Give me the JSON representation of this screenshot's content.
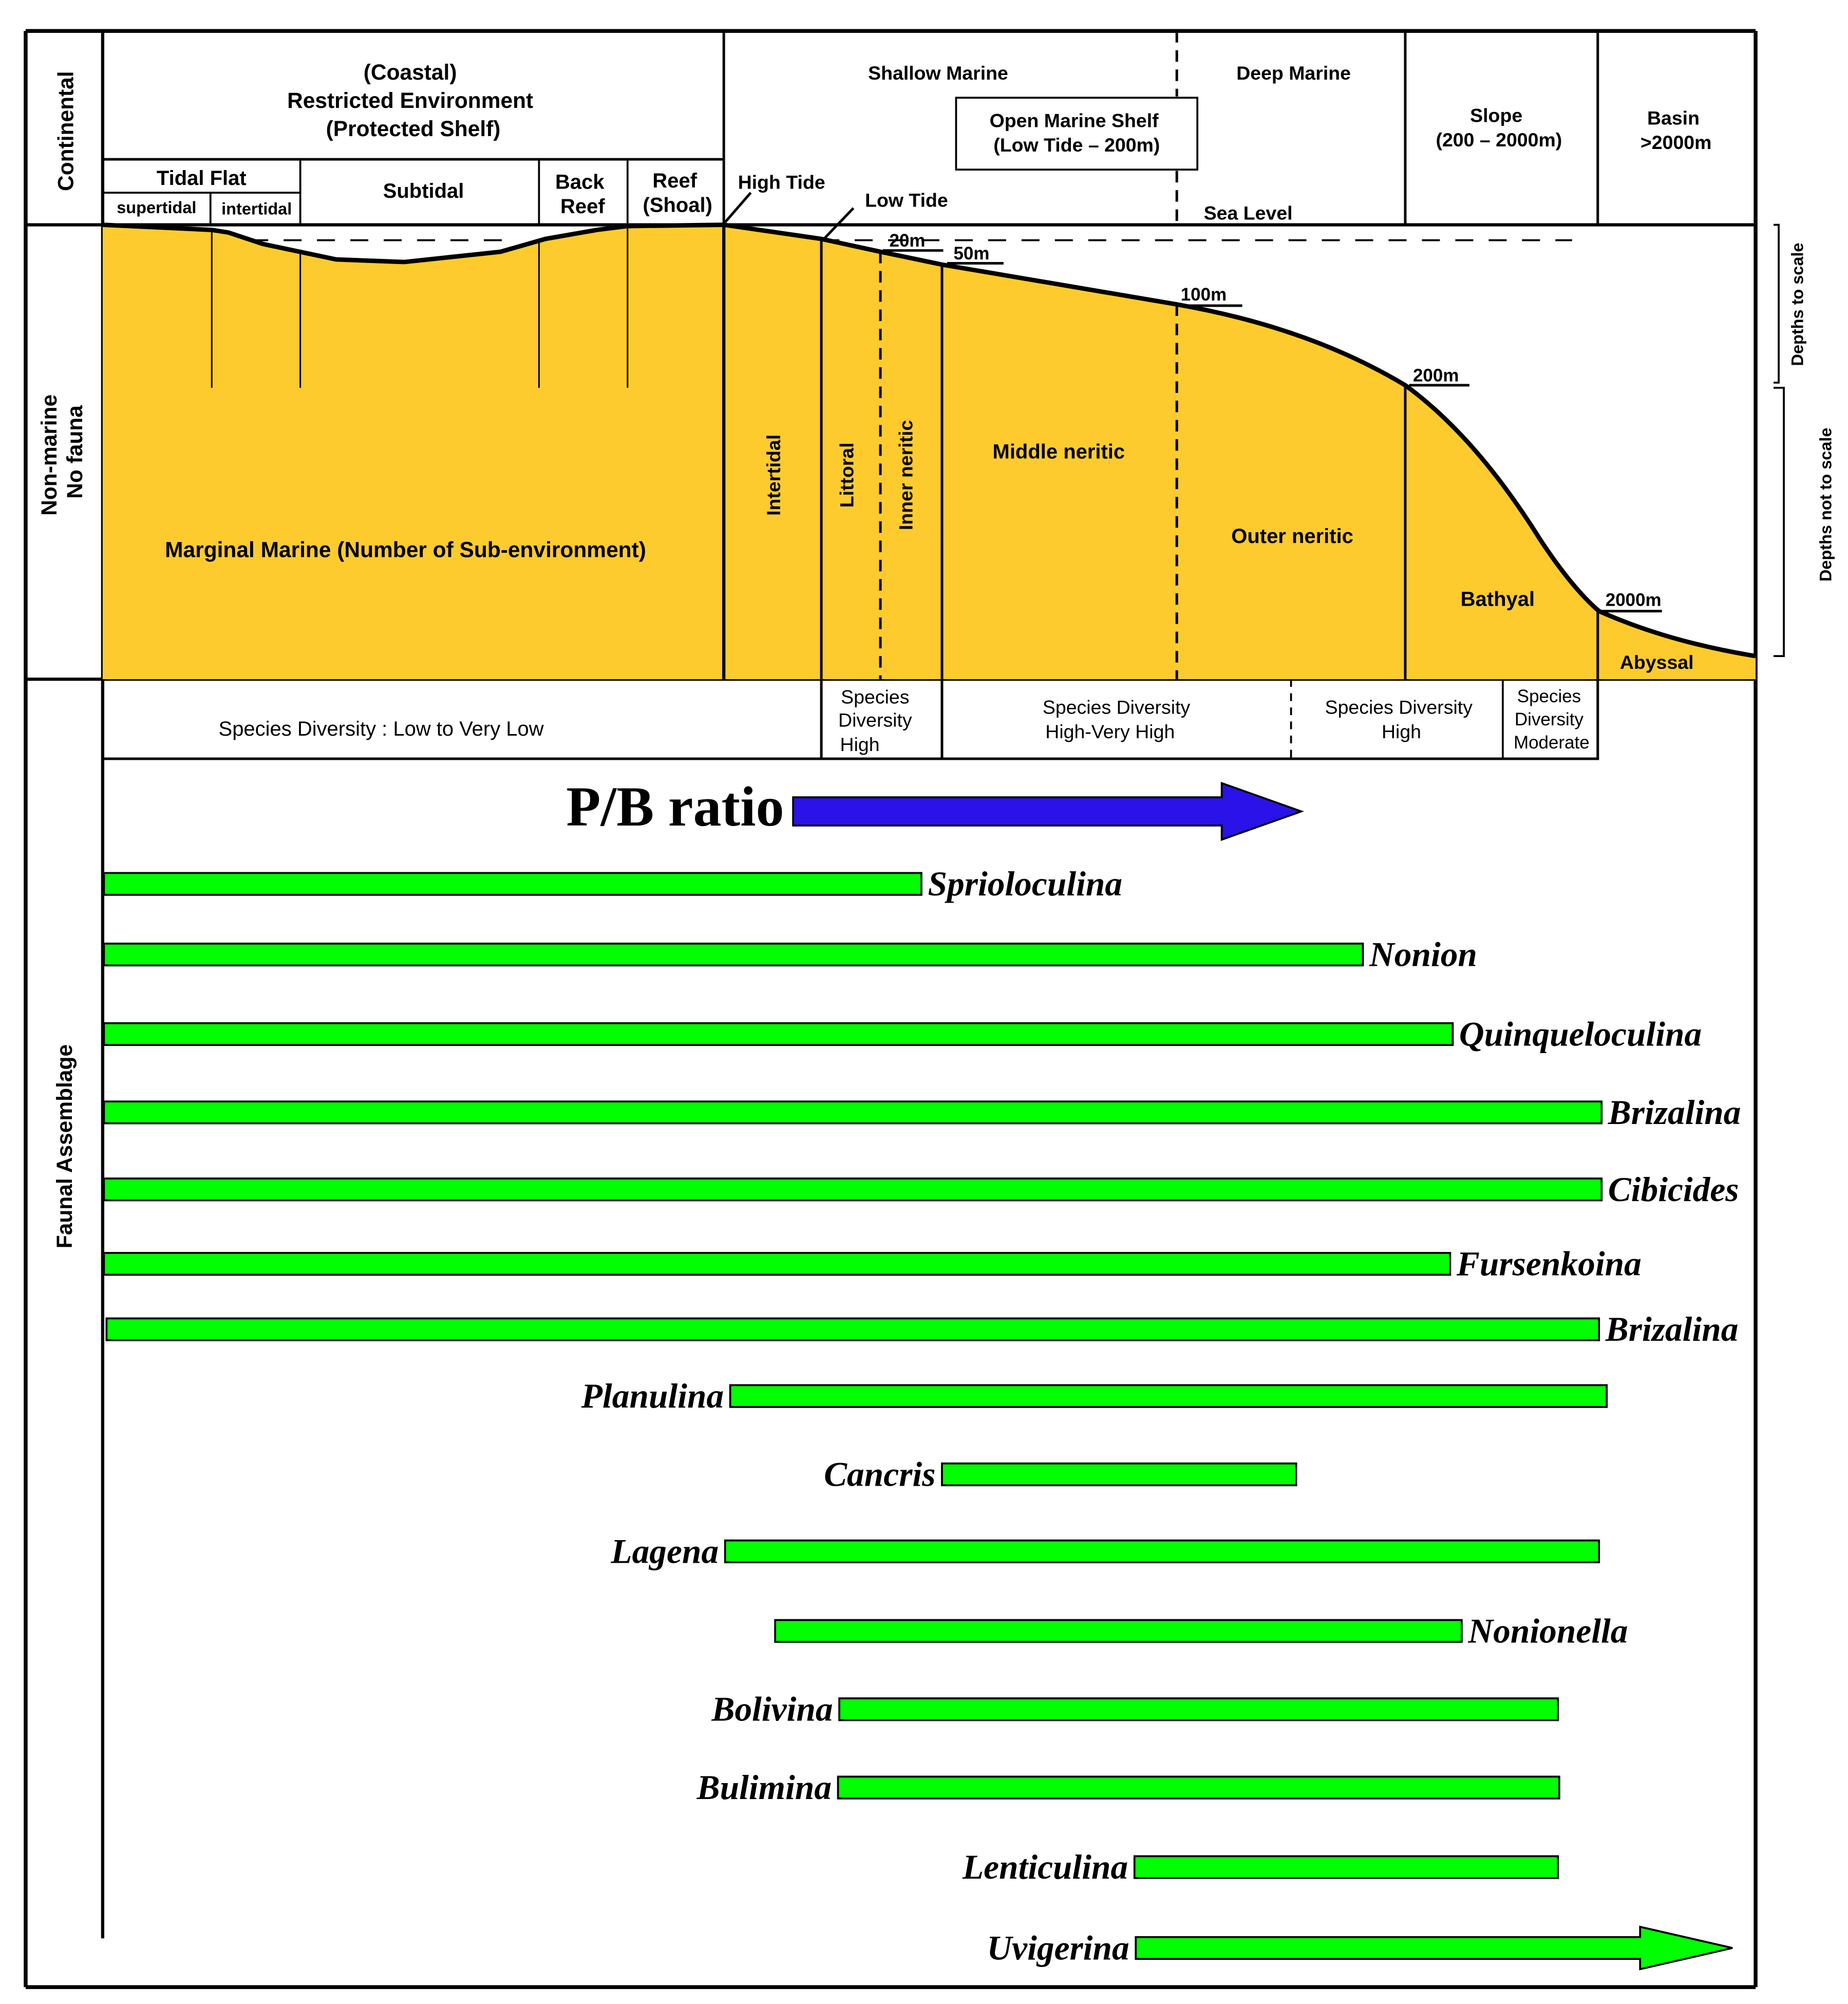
{
  "header": {
    "continental": "Continental",
    "coastal": [
      "(Coastal)",
      "Restricted Environment",
      "(Protected Shelf)"
    ],
    "tidal_flat": "Tidal Flat",
    "supertidal": "supertidal",
    "intertidal_small": "intertidal",
    "subtidal": "Subtidal",
    "back_reef": [
      "Back",
      "Reef"
    ],
    "reef": [
      "Reef",
      "(Shoal)"
    ],
    "shallow_marine": "Shallow Marine",
    "deep_marine": "Deep Marine",
    "open_marine_shelf": [
      "Open Marine Shelf",
      "(Low Tide – 200m)"
    ],
    "slope": [
      "Slope",
      "(200 – 2000m)"
    ],
    "basin": [
      "Basin",
      ">2000m"
    ]
  },
  "profile": {
    "non_marine": [
      "Non-marine",
      "No fauna"
    ],
    "high_tide": "High Tide",
    "low_tide": "Low Tide",
    "sea_level": "Sea Level",
    "depth_20": "20m",
    "depth_50": "50m",
    "depth_100": "100m",
    "depth_200": "200m",
    "depth_2000": "2000m",
    "marginal_marine": "Marginal Marine (Number of Sub-environment)",
    "intertidal": "Intertidal",
    "littoral": "Littoral",
    "inner_neritic": "Inner neritic",
    "middle_neritic": "Middle neritic",
    "outer_neritic": "Outer neritic",
    "bathyal": "Bathyal",
    "abyssal": "Abyssal",
    "depths_to_scale": "Depths to scale",
    "depths_not_to_scale": "Depths not to scale"
  },
  "diversity": {
    "low": "Species Diversity : Low to Very Low",
    "high1": [
      "Species",
      "Diversity",
      "High"
    ],
    "high_very_high": [
      "Species Diversity",
      "High-Very High"
    ],
    "high2": [
      "Species Diversity",
      "High"
    ],
    "moderate": [
      "Species",
      "Diversity",
      "Moderate"
    ]
  },
  "fauna": {
    "section_label": "Faunal Assemblage",
    "pb_ratio": "P/B ratio",
    "taxa": [
      {
        "name": "Sprioloculina",
        "extent": [
          "supertidal",
          "inner neritic"
        ]
      },
      {
        "name": "Nonion",
        "extent": [
          "supertidal",
          "outer neritic"
        ]
      },
      {
        "name": "Quinqueloculina",
        "extent": [
          "supertidal",
          "bathyal"
        ]
      },
      {
        "name": "Brizalina",
        "extent": [
          "supertidal",
          "bathyal"
        ]
      },
      {
        "name": "Cibicides",
        "extent": [
          "supertidal",
          "bathyal"
        ]
      },
      {
        "name": "Fursenkoina",
        "extent": [
          "supertidal",
          "bathyal"
        ]
      },
      {
        "name": "Brizalina",
        "extent": [
          "supertidal",
          "bathyal"
        ]
      },
      {
        "name": "Planulina",
        "extent": [
          "intertidal",
          "bathyal"
        ]
      },
      {
        "name": "Cancris",
        "extent": [
          "middle neritic",
          "outer neritic"
        ]
      },
      {
        "name": "Lagena",
        "extent": [
          "intertidal",
          "bathyal"
        ]
      },
      {
        "name": "Nonionella",
        "extent": [
          "intertidal",
          "bathyal"
        ]
      },
      {
        "name": "Bolivina",
        "extent": [
          "littoral",
          "bathyal"
        ]
      },
      {
        "name": "Bulimina",
        "extent": [
          "littoral",
          "bathyal"
        ]
      },
      {
        "name": "Lenticulina",
        "extent": [
          "middle neritic",
          "bathyal"
        ]
      },
      {
        "name": "Uvigerina",
        "extent": [
          "middle neritic",
          "abyssal"
        ]
      }
    ]
  },
  "colors": {
    "sediment": "#FDCB2E",
    "bar": "#00FF00",
    "arrow": "#2A12E8",
    "line": "#000000"
  }
}
